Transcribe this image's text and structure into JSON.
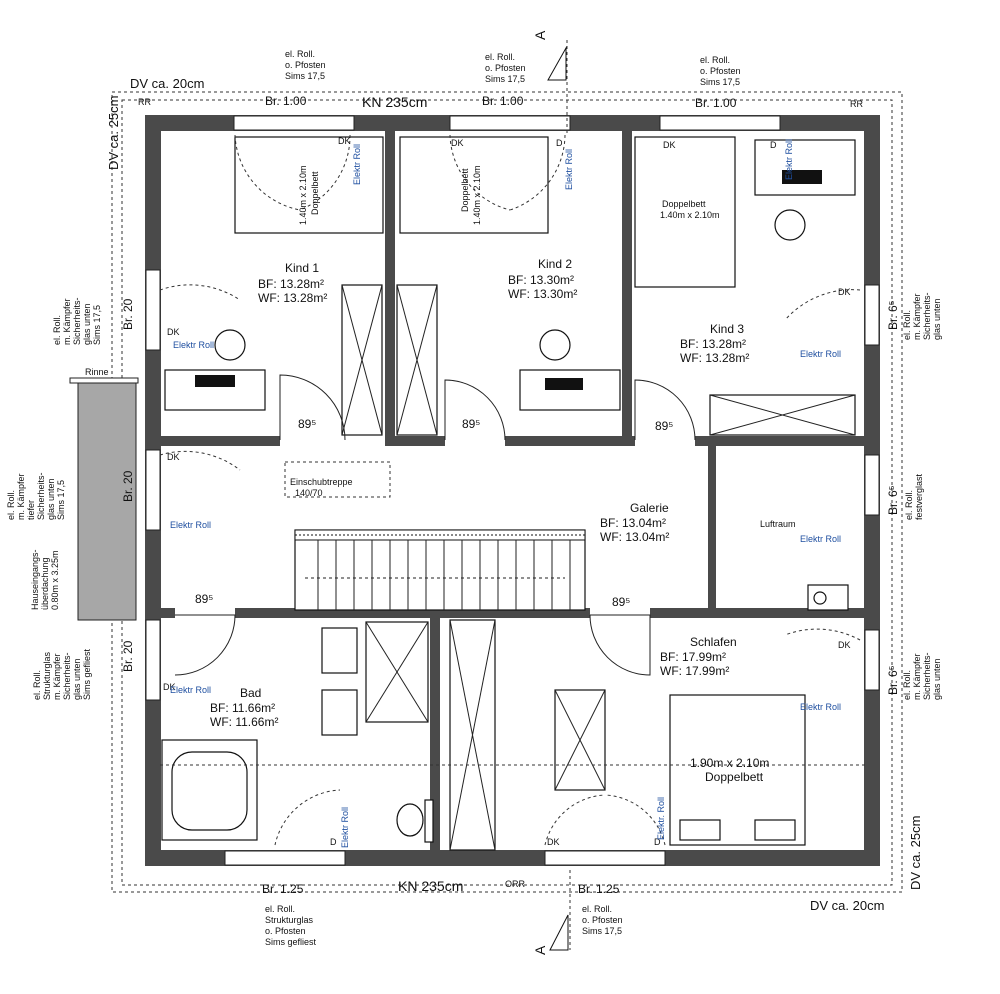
{
  "top_notes": {
    "left": [
      "el. Roll.",
      "o. Pfosten",
      "Sims 17,5"
    ],
    "middle": [
      "el. Roll.",
      "o. Pfosten",
      "Sims 17,5"
    ],
    "right": [
      "el. Roll.",
      "o. Pfosten",
      "Sims 17,5"
    ]
  },
  "bottom_notes": {
    "left": [
      "el. Roll.",
      "Strukturglas",
      "o. Pfosten",
      "Sims gefliest"
    ],
    "right": [
      "el. Roll.",
      "o. Pfosten",
      "Sims 17,5"
    ]
  },
  "left_notes": {
    "kind1": [
      "el. Roll.",
      "m. Kämpfer",
      "Sicherheits-",
      "glas unten",
      "Sims 17,5"
    ],
    "gallery": [
      "el. Roll.",
      "m. Kämpfer",
      "tiefer",
      "Sicherheits-",
      "glas unten",
      "Sims 17,5"
    ],
    "bad": [
      "el. Roll.",
      "Strukturglas",
      "m. Kämpfer",
      "Sicherheits-",
      "glas unten",
      "Sims gefliest"
    ],
    "canopy": [
      "Hauseingangs-",
      "überdachung",
      "0.80m x 3.25m"
    ]
  },
  "right_notes": {
    "kind3": [
      "el. Roll.",
      "m. Kämpfer",
      "Sicherheits-",
      "glas unten"
    ],
    "luftraum": [
      "el. Roll.",
      "festverglast"
    ],
    "schlafen": [
      "el. Roll.",
      "m. Kämpfer",
      "Sicherheits-",
      "glas unten"
    ]
  },
  "dimensions": {
    "dv_top": "DV ca. 20cm",
    "dv_bottom": "DV ca. 20cm",
    "dv_left": "DV ca. 25cm",
    "dv_right": "DV ca. 25cm",
    "kn_top": "KN 235cm",
    "kn_bottom": "KN 235cm",
    "br_100": "Br. 1.00",
    "br_125": "Br. 1.25",
    "br_20": "Br. 20",
    "br_65": "Br. 6⁵",
    "door_895": "89⁵",
    "rr": "RR",
    "orr": "ORR",
    "section": "A",
    "rinne": "Rinne"
  },
  "rooms": {
    "kind1": {
      "name": "Kind 1",
      "bf": "BF: 13.28m²",
      "wf": "WF: 13.28m²"
    },
    "kind2": {
      "name": "Kind 2",
      "bf": "BF: 13.30m²",
      "wf": "WF: 13.30m²"
    },
    "kind3": {
      "name": "Kind 3",
      "bf": "BF: 13.28m²",
      "wf": "WF: 13.28m²"
    },
    "galerie": {
      "name": "Galerie",
      "bf": "BF: 13.04m²",
      "wf": "WF: 13.04m²"
    },
    "luftraum": {
      "name": "Luftraum"
    },
    "bad": {
      "name": "Bad",
      "bf": "BF: 11.66m²",
      "wf": "WF: 11.66m²"
    },
    "schlafen": {
      "name": "Schlafen",
      "bf": "BF: 17.99m²",
      "wf": "WF: 17.99m²"
    }
  },
  "furniture": {
    "bed_size_kind": "1.40m x 2.10m",
    "doppelbett": "Doppelbett",
    "bed_size_master": "1.90m x 2.10m",
    "einschubtreppe": "Einschubtreppe",
    "einschub_size": "140/70",
    "dk": "DK",
    "d": "D",
    "elektr_roll": "Elektr Roll",
    "elektr_roll_alt": "Elektr. Roll"
  }
}
